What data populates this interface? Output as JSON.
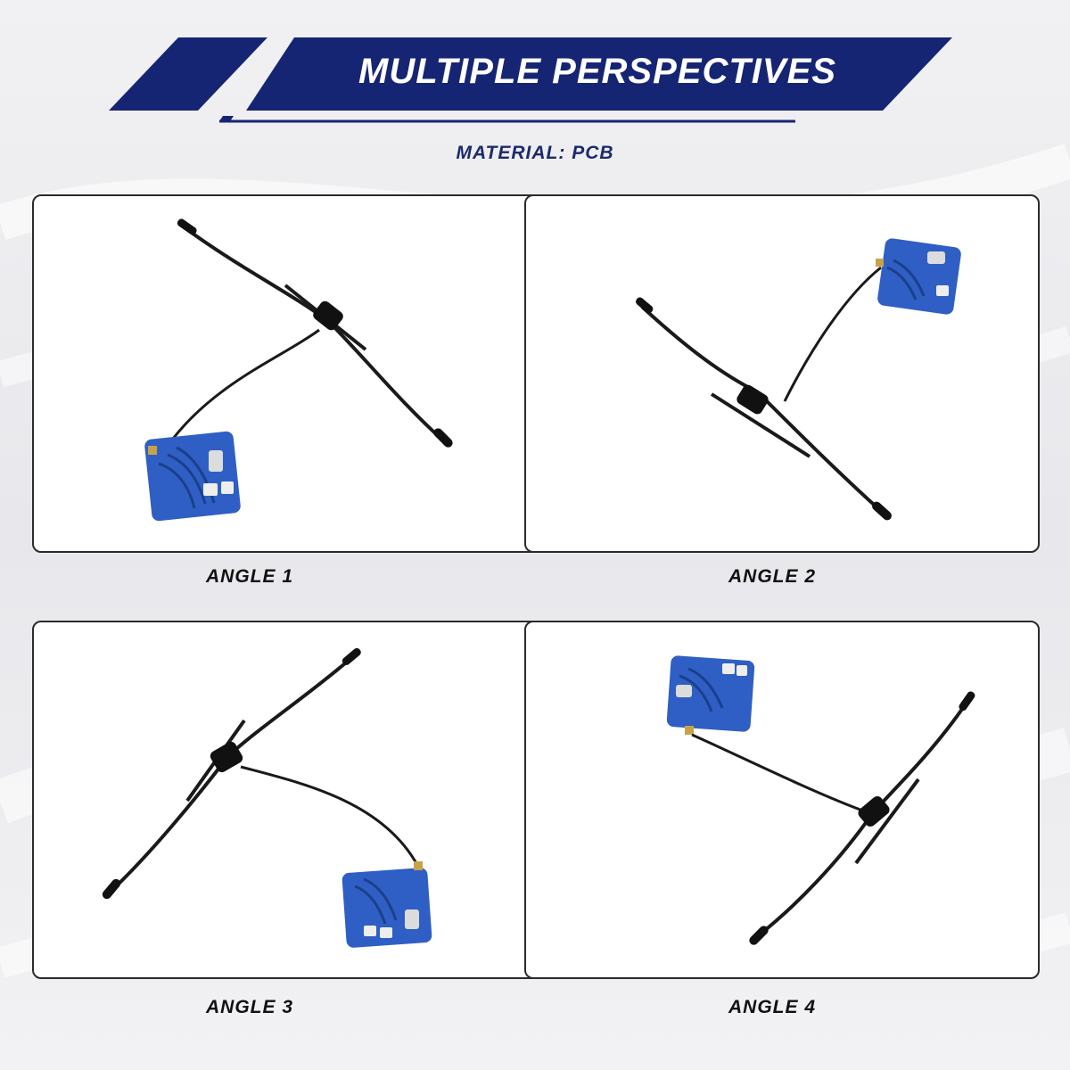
{
  "banner": {
    "title": "MULTIPLE PERSPECTIVES",
    "subtitle": "MATERIAL: PCB"
  },
  "colors": {
    "banner_navy": "#162573",
    "pcb_blue": "#2f5fc4",
    "antenna_black": "#1a1a1a",
    "subtitle_navy": "#1b2a6b"
  },
  "panels": [
    {
      "caption": "ANGLE 1",
      "image": "antenna-receiver-photo"
    },
    {
      "caption": "ANGLE 2",
      "image": "antenna-receiver-photo"
    },
    {
      "caption": "ANGLE 3",
      "image": "antenna-receiver-photo"
    },
    {
      "caption": "ANGLE 4",
      "image": "antenna-receiver-photo"
    }
  ]
}
